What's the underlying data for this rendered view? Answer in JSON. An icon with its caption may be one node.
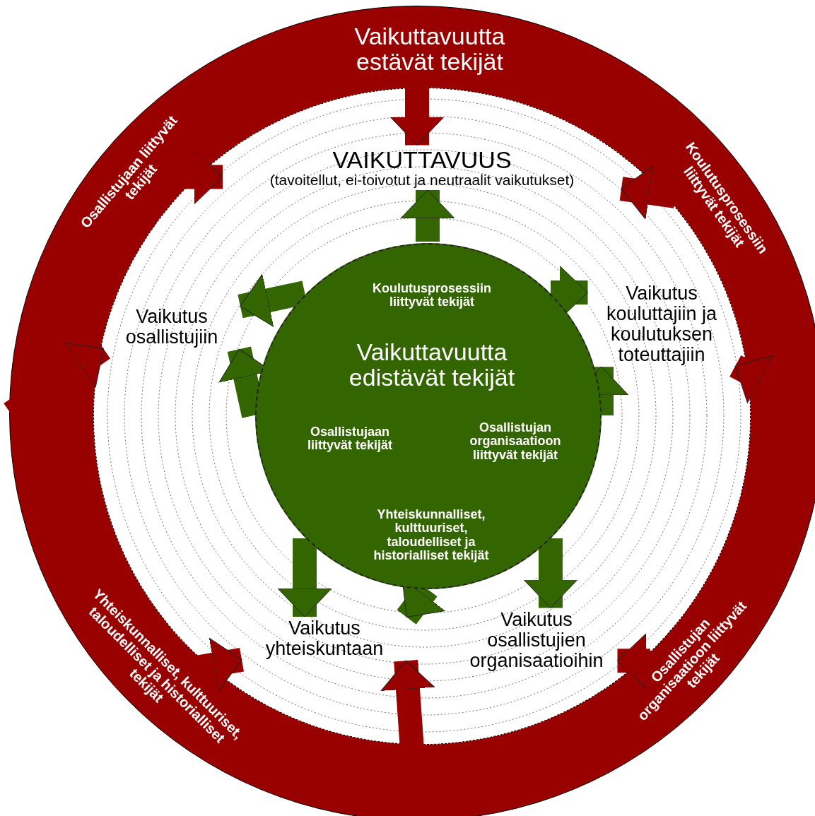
{
  "diagram": {
    "nodes": [
      {
        "text": [
          "Vaikuttavuutta estävät tekijät"
        ]
      },
      {
        "text": [
          "Osallistujaan liittyvät tekijät"
        ],
        "in": 0
      },
      {
        "text": [
          "Koulutusprosessiin liittyvät tekijät"
        ],
        "in": 0
      },
      {
        "text": [
          "VAIKUTTAVUUS",
          "(tavoitellut, ei-toivotut ja neutraalit vaikutukset)"
        ],
        "in": 0
      },
      {
        "text": [
          "Vaikutus osallistujiin"
        ],
        "in": 0
      },
      {
        "text": [
          "Vaikutus kouluttajiin ja koulutuksen toteuttajiin"
        ],
        "in": 0
      },
      {
        "text": [
          "Koulutusprosessiin liittyvät tekijät",
          "Vaikuttavuutta edistävät tekijät",
          "Osallistujaan liittyvät tekijät",
          "Osallistujan organisaatioon liittyvät tekijät",
          "Yhteiskunnalliset, kulttuuriset, taloudelliset ja historialliset tekijät"
        ],
        "in": 0
      },
      {
        "text": [
          "Vaikutus yhteiskuntaan"
        ],
        "in": 0
      },
      {
        "text": [
          "Vaikutus osallistujien organisaatioihin"
        ],
        "in": 0
      },
      {
        "text": [
          "Yhteiskunnalliset, kulttuuriset, taloudelliset ja historialliset tekijät"
        ],
        "in": 0
      },
      {
        "text": [
          "Osallistujan organisaatioon liittyvät tekijät"
        ],
        "in": 0
      }
    ],
    "edges": [
      {
        "from": 0,
        "to": 3,
        "arrow": "to",
        "color": "#990000"
      },
      {
        "from": 1,
        "to": 3,
        "arrow": "to",
        "color": "#990000"
      },
      {
        "from": 2,
        "to": 3,
        "arrow": "to",
        "color": "#990000"
      },
      {
        "from": 0,
        "to": 4,
        "arrow": "to",
        "color": "#990000"
      },
      {
        "from": 0,
        "to": 5,
        "arrow": "to",
        "color": "#990000"
      },
      {
        "from": 9,
        "to": 7,
        "arrow": "to",
        "color": "#990000"
      },
      {
        "from": 10,
        "to": 8,
        "arrow": "to",
        "color": "#990000"
      },
      {
        "from": 0,
        "to": 7,
        "arrow": "to",
        "color": "#990000"
      },
      {
        "from": 6,
        "to": 3,
        "arrow": "to",
        "color": "#336600"
      },
      {
        "from": 6,
        "to": 4,
        "arrow": "to",
        "color": "#336600"
      },
      {
        "from": 6,
        "to": 5,
        "arrow": "to",
        "color": "#336600"
      },
      {
        "from": 6,
        "to": 4,
        "arrow": "to",
        "color": "#336600"
      },
      {
        "from": 6,
        "to": 5,
        "arrow": "to",
        "color": "#336600"
      },
      {
        "from": 6,
        "to": 7,
        "arrow": "to",
        "color": "#336600"
      },
      {
        "from": 6,
        "to": 8,
        "arrow": "to",
        "color": "#336600"
      },
      {
        "from": 6,
        "to": 7,
        "arrow": "to",
        "color": "#336600"
      }
    ]
  }
}
